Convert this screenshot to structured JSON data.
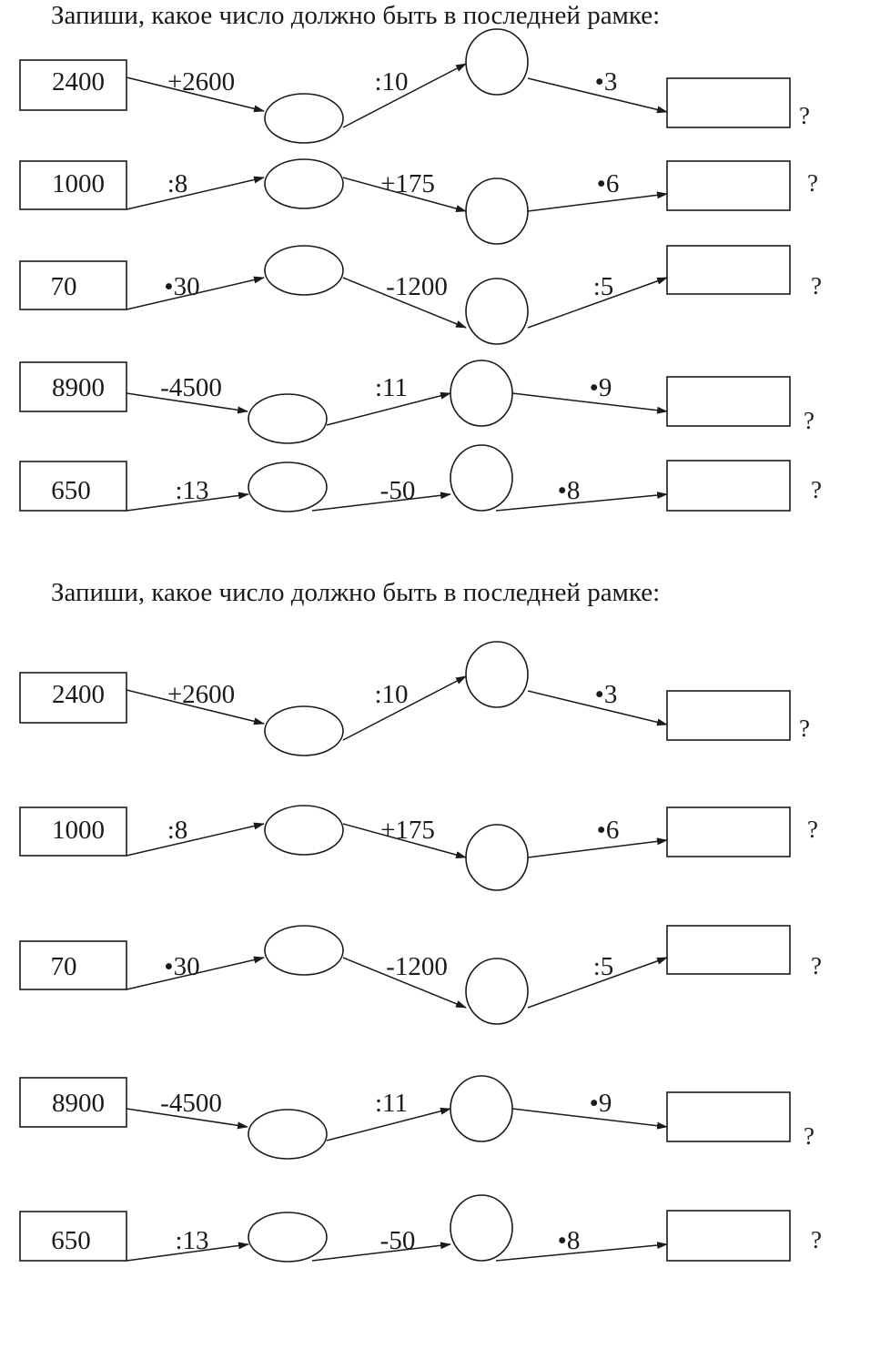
{
  "blocks": [
    {
      "title": "Запиши, какое число должно быть в последней рамке:",
      "rows": [
        {
          "start": "2400",
          "ops": [
            "+2600",
            ":10",
            "•3"
          ],
          "question": "?"
        },
        {
          "start": "1000",
          "ops": [
            ":8",
            "+175",
            "•6"
          ],
          "question": "?"
        },
        {
          "start": "70",
          "ops": [
            "•30",
            "-1200",
            ":5"
          ],
          "question": "?"
        },
        {
          "start": "8900",
          "ops": [
            "-4500",
            ":11",
            "•9"
          ],
          "question": "?"
        },
        {
          "start": "650",
          "ops": [
            ":13",
            "-50",
            "•8"
          ],
          "question": "?"
        }
      ]
    },
    {
      "title": "Запиши, какое число должно быть в последней рамке:",
      "rows": [
        {
          "start": "2400",
          "ops": [
            "+2600",
            ":10",
            "•3"
          ],
          "question": "?"
        },
        {
          "start": "1000",
          "ops": [
            ":8",
            "+175",
            "•6"
          ],
          "question": "?"
        },
        {
          "start": "70",
          "ops": [
            "•30",
            "-1200",
            ":5"
          ],
          "question": "?"
        },
        {
          "start": "8900",
          "ops": [
            "-4500",
            ":11",
            "•9"
          ],
          "question": "?"
        },
        {
          "start": "650",
          "ops": [
            ":13",
            "-50",
            "•8"
          ],
          "question": "?"
        }
      ]
    }
  ]
}
